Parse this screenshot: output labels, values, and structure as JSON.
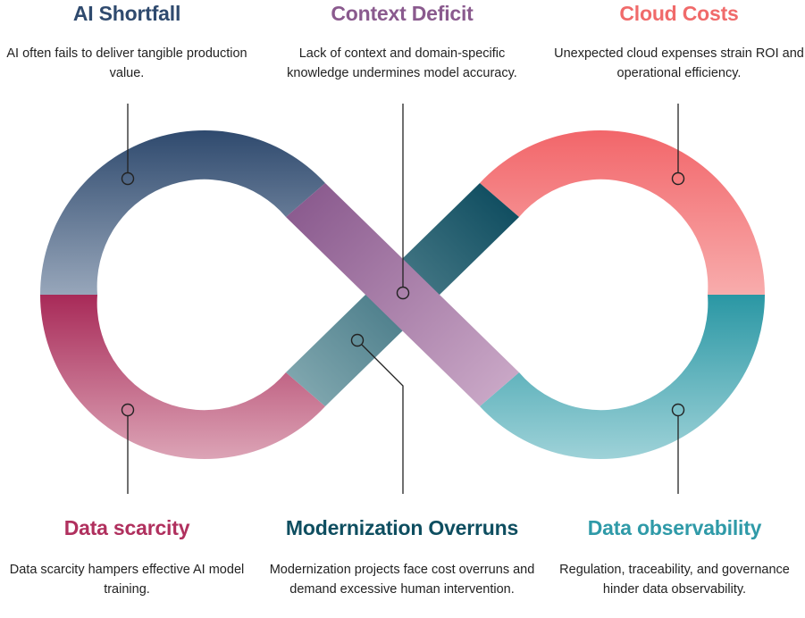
{
  "colors": {
    "ai_shortfall": "#2f4a6e",
    "context_deficit": "#8a5a8e",
    "cloud_costs": "#f06a6a",
    "data_scarcity": "#b0305e",
    "modernization_overruns": "#0e4e60",
    "data_observability": "#2f9aa8"
  },
  "items": {
    "ai_shortfall": {
      "title": "AI Shortfall",
      "description": "AI often fails to deliver tangible production value."
    },
    "context_deficit": {
      "title": "Context Deficit",
      "description": "Lack of context and domain-specific knowledge undermines model accuracy."
    },
    "cloud_costs": {
      "title": "Cloud Costs",
      "description": "Unexpected cloud expenses strain ROI and operational efficiency."
    },
    "data_scarcity": {
      "title": "Data scarcity",
      "description": "Data scarcity hampers effective AI model training."
    },
    "modernization_overruns": {
      "title": "Modernization Overruns",
      "description": "Modernization projects face cost overruns and demand excessive human intervention."
    },
    "data_observability": {
      "title": "Data observability",
      "description": "Regulation, traceability, and governance hinder data observability."
    }
  }
}
